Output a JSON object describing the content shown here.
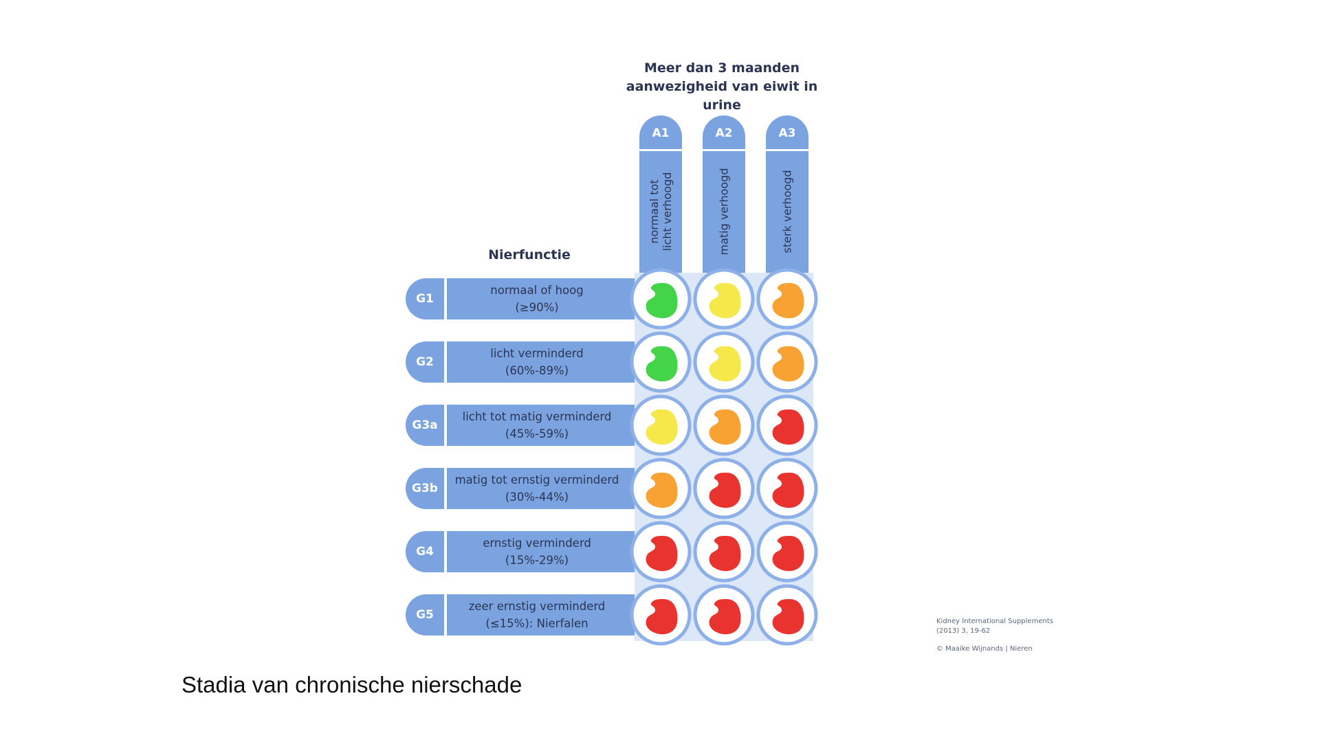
{
  "header": {
    "line1": "Meer dan 3 maanden",
    "line2": "aanwezigheid van eiwit in urine"
  },
  "nierfunctie_title": "Nierfunctie",
  "columns": [
    {
      "code": "A1",
      "desc": "normaal tot\nlicht verhoogd"
    },
    {
      "code": "A2",
      "desc": "matig verhoogd"
    },
    {
      "code": "A3",
      "desc": "sterk verhoogd"
    }
  ],
  "rows": [
    {
      "code": "G1",
      "line1": "normaal of hoog",
      "line2": "(≥90%)"
    },
    {
      "code": "G2",
      "line1": "licht verminderd",
      "line2": "(60%-89%)"
    },
    {
      "code": "G3a",
      "line1": "licht tot matig verminderd",
      "line2": "(45%-59%)"
    },
    {
      "code": "G3b",
      "line1": "matig tot ernstig verminderd",
      "line2": "(30%-44%)"
    },
    {
      "code": "G4",
      "line1": "ernstig verminderd",
      "line2": "(15%-29%)"
    },
    {
      "code": "G5",
      "line1": "zeer ernstig verminderd",
      "line2": "(≤15%): Nierfalen"
    }
  ],
  "colors": {
    "green": "#44d44a",
    "yellow": "#f5e84a",
    "orange": "#f7a233",
    "red": "#e8332e",
    "band_blue": "#7ba3e0",
    "circle_border": "#8db0e8"
  },
  "grid_levels": [
    [
      "green",
      "yellow",
      "orange"
    ],
    [
      "green",
      "yellow",
      "orange"
    ],
    [
      "yellow",
      "orange",
      "red"
    ],
    [
      "orange",
      "red",
      "red"
    ],
    [
      "red",
      "red",
      "red"
    ],
    [
      "red",
      "red",
      "red"
    ]
  ],
  "caption": "Stadia van chronische nierschade",
  "source": {
    "line1": "Kidney International Supplements",
    "line2": "(2013) 3, 19-62",
    "credit": "© Maaike Wijnands | Nieren"
  }
}
